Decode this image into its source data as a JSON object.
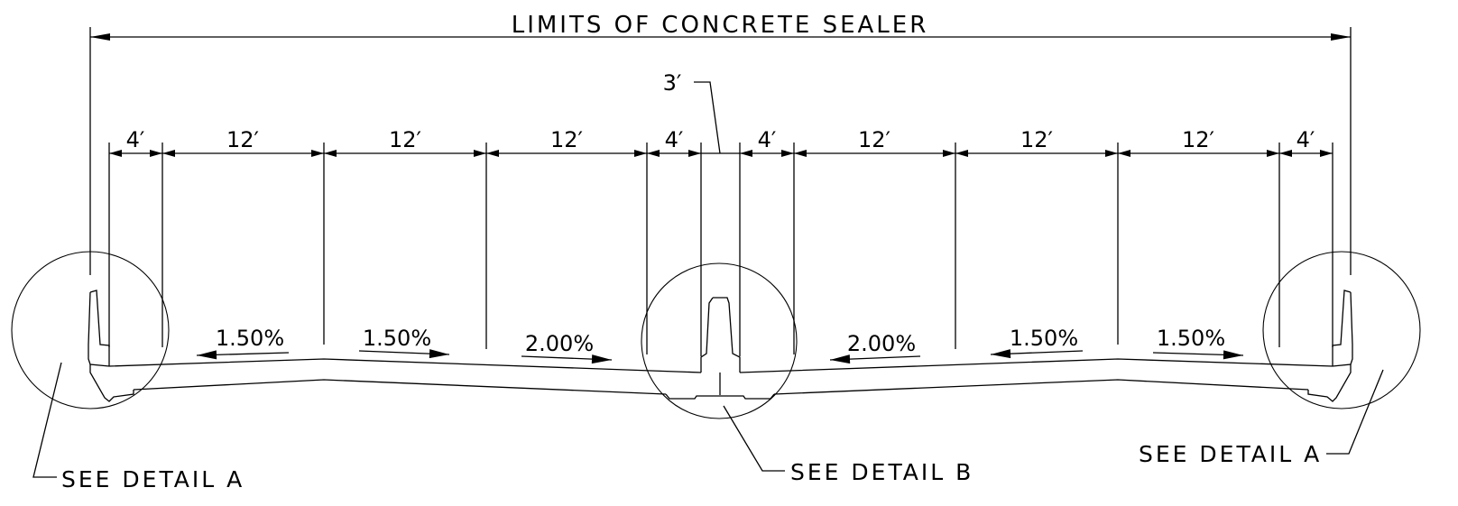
{
  "title": "LIMITS OF CONCRETE SEALER",
  "median_dimension": "3′",
  "dimensions": [
    "4′",
    "12′",
    "12′",
    "12′",
    "4′",
    "4′",
    "12′",
    "12′",
    "12′",
    "4′"
  ],
  "slopes": [
    {
      "value": "1.50%",
      "direction": "left"
    },
    {
      "value": "1.50%",
      "direction": "right"
    },
    {
      "value": "2.00%",
      "direction": "right"
    },
    {
      "value": "2.00%",
      "direction": "left"
    },
    {
      "value": "1.50%",
      "direction": "left"
    },
    {
      "value": "1.50%",
      "direction": "right"
    }
  ],
  "callouts": {
    "detail_a_left": "SEE DETAIL A",
    "detail_b": "SEE DETAIL B",
    "detail_a_right": "SEE DETAIL A"
  }
}
